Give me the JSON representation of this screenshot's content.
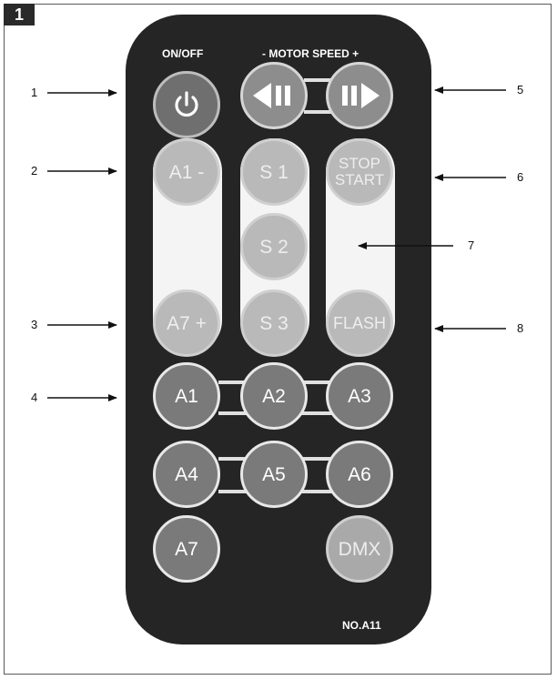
{
  "figure_number": "1",
  "remote": {
    "on_off_label": "ON/OFF",
    "motor_speed_label": "- MOTOR SPEED +",
    "model_label": "NO.A11",
    "buttons": {
      "power": "power-symbol",
      "speed_down": "rewind-pause-icon",
      "speed_up": "pause-forward-icon",
      "a1_minus": "A1 -",
      "s1": "S 1",
      "stop_start_line1": "STOP",
      "stop_start_line2": "START",
      "s2": "S 2",
      "a7_plus": "A7 +",
      "s3": "S 3",
      "flash": "FLASH",
      "a1": "A1",
      "a2": "A2",
      "a3": "A3",
      "a4": "A4",
      "a5": "A5",
      "a6": "A6",
      "a7": "A7",
      "dmx": "DMX"
    }
  },
  "callouts": [
    "1",
    "2",
    "3",
    "4",
    "5",
    "6",
    "7",
    "8"
  ],
  "colors": {
    "remote_body": "#252525",
    "dark_button": "#7a7a7a",
    "light_button": "#b9b9b9",
    "strip": "#f4f4f4"
  }
}
